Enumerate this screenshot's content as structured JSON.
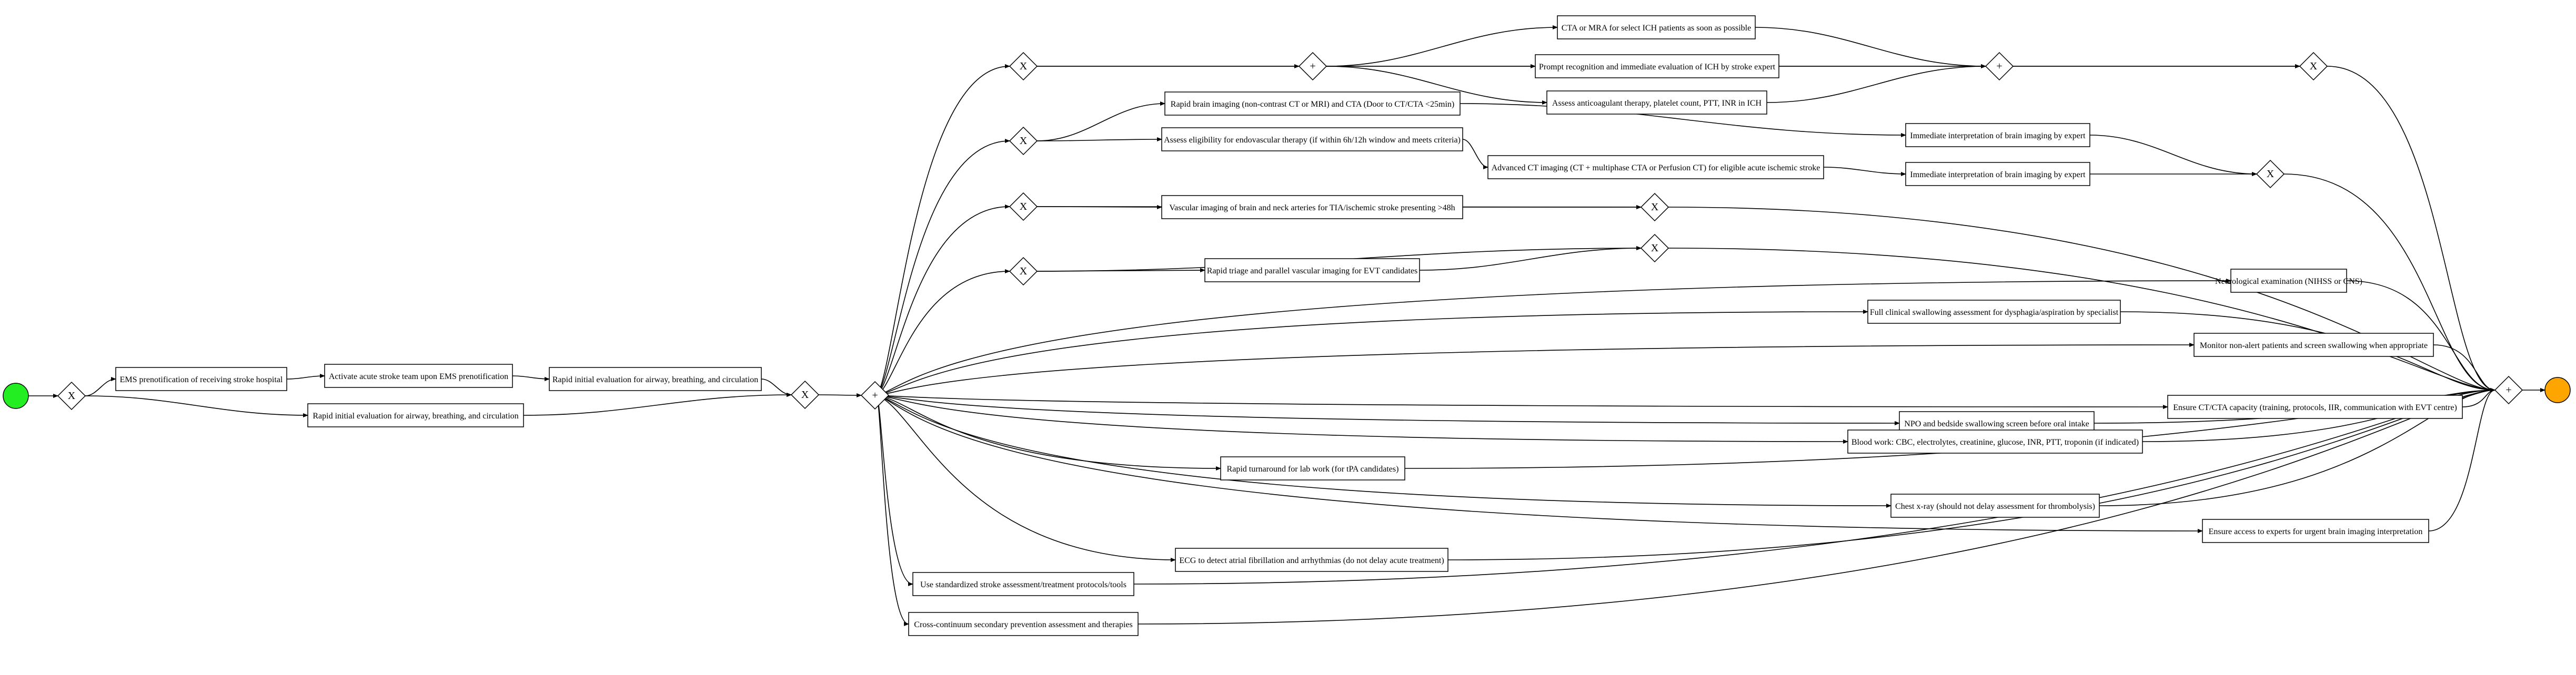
{
  "events": {
    "start": {
      "color": "#22ee22"
    },
    "end": {
      "color": "#ffa500"
    }
  },
  "gateway_symbols": {
    "xor": "X",
    "and": "+"
  },
  "tasks": [
    {
      "id": "t1",
      "label": "EMS prenotification of receiving stroke hospital"
    },
    {
      "id": "t2",
      "label": "Activate acute stroke team upon EMS prenotification"
    },
    {
      "id": "t3",
      "label": "Rapid initial evaluation for airway, breathing, and circulation"
    },
    {
      "id": "t4",
      "label": "Rapid initial evaluation for airway, breathing, and circulation"
    },
    {
      "id": "t5",
      "label": "CTA or MRA for select ICH patients as soon as possible"
    },
    {
      "id": "t6",
      "label": "Prompt recognition and immediate evaluation of ICH by stroke expert"
    },
    {
      "id": "t7",
      "label": "Assess anticoagulant therapy, platelet count, PTT, INR in ICH"
    },
    {
      "id": "t8",
      "label": "Rapid brain imaging (non-contrast CT or MRI) and CTA (Door to CT/CTA <25min)"
    },
    {
      "id": "t9",
      "label": "Immediate interpretation of brain imaging by expert"
    },
    {
      "id": "t10",
      "label": "Assess eligibility for endovascular therapy (if within 6h/12h window and meets criteria)"
    },
    {
      "id": "t11",
      "label": "Advanced CT imaging (CT + multiphase CTA or Perfusion CT) for eligible acute ischemic stroke"
    },
    {
      "id": "t12",
      "label": "Immediate interpretation of brain imaging by expert"
    },
    {
      "id": "t13",
      "label": "Vascular imaging of brain and neck arteries for TIA/ischemic stroke presenting >48h"
    },
    {
      "id": "t14",
      "label": "Rapid triage and parallel vascular imaging for EVT candidates"
    },
    {
      "id": "t15",
      "label": "Neurological examination (NIHSS or CNS)"
    },
    {
      "id": "t16",
      "label": "Full clinical swallowing assessment for dysphagia/aspiration by specialist"
    },
    {
      "id": "t17",
      "label": "Monitor non-alert patients and screen swallowing when appropriate"
    },
    {
      "id": "t18",
      "label": "NPO and bedside swallowing screen before oral intake"
    },
    {
      "id": "t19",
      "label": "Ensure CT/CTA capacity (training, protocols, IIR, communication with EVT centre)"
    },
    {
      "id": "t20",
      "label": "Blood work: CBC, electrolytes, creatinine, glucose, INR, PTT, troponin (if indicated)"
    },
    {
      "id": "t21",
      "label": "Rapid turnaround for lab work (for tPA candidates)"
    },
    {
      "id": "t22",
      "label": "Chest x-ray (should not delay assessment for thrombolysis)"
    },
    {
      "id": "t23",
      "label": "Ensure access to experts for urgent brain imaging interpretation"
    },
    {
      "id": "t24",
      "label": "ECG to detect atrial fibrillation and arrhythmias (do not delay acute treatment)"
    },
    {
      "id": "t25",
      "label": "Use standardized stroke assessment/treatment protocols/tools"
    },
    {
      "id": "t26",
      "label": "Cross-continuum secondary prevention assessment and therapies"
    }
  ]
}
